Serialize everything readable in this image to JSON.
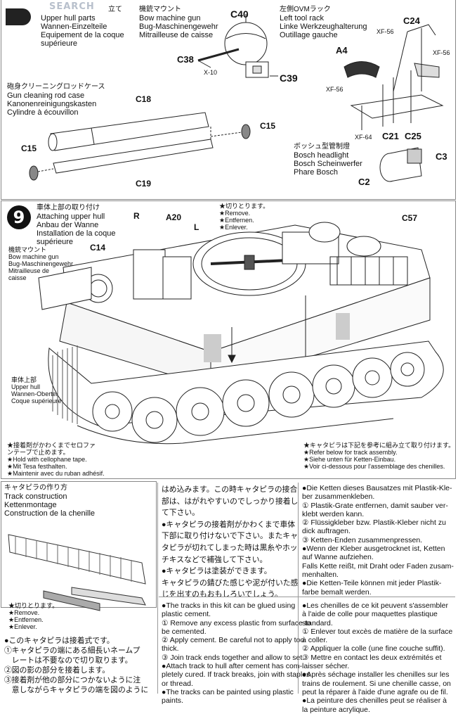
{
  "watermark": "SEARCH",
  "top": {
    "upper_hull": {
      "title_jp": "立て",
      "lines": [
        "Upper hull parts",
        "Wannen-Einzelteile",
        "Equipement de la coque",
        "supérieure"
      ]
    },
    "bow_mg": {
      "title_jp": "機銃マウント",
      "lines": [
        "Bow machine gun",
        "Bug-Maschinengewehr",
        "Mitrailleuse de caisse"
      ]
    },
    "tool_rack": {
      "title_jp": "左側OVMラック",
      "lines": [
        "Left tool rack",
        "Linke Werkzeughalterung",
        "Outillage gauche"
      ]
    },
    "rod_case": {
      "title_jp": "砲身クリーニングロッドケース",
      "lines": [
        "Gun cleaning rod case",
        "Kanonenreinigungskasten",
        "Cylindre à écouvillon"
      ]
    },
    "headlight": {
      "title_jp": "ボッシュ型管制燈",
      "lines": [
        "Bosch headlight",
        "Bosch Scheinwerfer",
        "Phare Bosch"
      ]
    },
    "parts": {
      "c40": "C40",
      "c38": "C38",
      "x10": "X-10",
      "c39": "C39",
      "c24": "C24",
      "xf56a": "XF-56",
      "xf56b": "XF-56",
      "xf56c": "XF-56",
      "a4": "A4",
      "xf64": "XF-64",
      "c21": "C21",
      "c25": "C25",
      "c18": "C18",
      "c15a": "C15",
      "c15b": "C15",
      "c19": "C19",
      "c3": "C3",
      "c2": "C2"
    }
  },
  "step9": {
    "number": "9",
    "title_jp": "車体上部の取り付け",
    "lines": [
      "Attaching upper hull",
      "Anbau der Wanne",
      "Installation de la coque",
      "supérieure"
    ],
    "cut": {
      "jp": "★切りとります。",
      "lines": [
        "★Remove.",
        "★Entfernen.",
        "★Enlever."
      ]
    },
    "bow_mg": {
      "jp": "機銃マウント",
      "lines": [
        "Bow machine gun",
        "Bug-Maschinengewehr",
        "Mitrailleuse de",
        "caisse"
      ]
    },
    "upper_hull": {
      "jp": "車体上部",
      "lines": [
        "Upper hull",
        "Wannen-Oberteil",
        "Coque supérieure"
      ]
    },
    "tape": {
      "jp": [
        "★接着剤がかわくまでセロファ",
        "ンテープで止めます。"
      ],
      "lines": [
        "★Hold with cellophane tape.",
        "★Mit Tesa festhalten.",
        "★Maintenir avec du ruban adhésif."
      ]
    },
    "track_ref": {
      "jp": "★キャタピラは下記を参考に組み立て取り付けます。",
      "lines": [
        "★Refer below for track assembly.",
        "★Siehe unten für Ketten-Einbau.",
        "★Voir ci-dessous pour l'assemblage des chenilles."
      ]
    },
    "parts": {
      "r": "R",
      "a20": "A20",
      "l": "L",
      "c14": "C14",
      "c57": "C57"
    }
  },
  "track": {
    "title_jp": "キャタピラの作り方",
    "lines": [
      "Track construction",
      "Kettenmontage",
      "Construction de la chenille"
    ],
    "cut": [
      "★切りとります。",
      "★Remove.",
      "★Entfernen.",
      "★Enlever."
    ],
    "jp_col1": [
      "●このキャタピラは接着式です。",
      "①キャタピラの端にある細長いネームプ",
      "　レートは不要なので切り取ります。",
      "②図の影の部分を接着します。",
      "③接着剤が他の部分につかないように注",
      "　意しながらキャタピラの端を図のように"
    ],
    "jp_col2": [
      "はめ込みます。この時キャタピラの接合",
      "部は、はがれやすいのでしっかり接着し",
      "て下さい。",
      "●キャタピラの接着剤がかわくまで車体",
      "下部に取り付けないで下さい。またキャ",
      "タピラが切れてしまった時は黒糸やホッ",
      "チキスなどで補強して下さい。",
      "●キャタピラは塗装ができます。",
      "キャタピラの錆びた感じや泥が付いた感",
      "じを出すのもおもしろいでしょう。"
    ],
    "en": [
      "●The tracks in this kit can be glued using",
      "plastic cement.",
      "① Remove any excess plastic from surface to",
      "be cemented.",
      "② Apply cement. Be careful not to apply too",
      "thick.",
      "③ Join track ends together and allow to set.",
      "●Attach track to hull after cement has com-",
      "pletely cured. If track breaks, join with staples",
      "or thread.",
      "●The tracks can be painted using plastic",
      "paints."
    ],
    "de": [
      "●Die Ketten dieses Bausatzes mit Plastik-Kle-",
      "ber zusammenkleben.",
      "① Plastik-Grate entfernen, damit sauber ver-",
      "klebt werden kann.",
      "② Flüssigkleber bzw. Plastik-Kleber nicht zu",
      "dick auftragen.",
      "③ Ketten-Enden zusammenpressen.",
      "●Wenn der Kleber ausgetrocknet ist, Ketten",
      "auf Wanne aufziehen.",
      "Falls Kette reißt, mit Draht oder Faden zusam-",
      "menhalten.",
      "●Die Ketten-Teile können mit jeder Plastik-",
      "farbe bemalt werden."
    ],
    "fr": [
      "●Les chenilles de ce kit peuvent s'assembler",
      "à l'aide de colle pour maquettes plastique",
      "standard.",
      "① Enlever tout excès de matière de la surface",
      "à coller.",
      "② Appliquer la colle (une fine couche suffit).",
      "③ Mettre en contact les deux extrémités et",
      "laisser sécher.",
      "●Après séchage installer les chenilles sur les",
      "trains de roulement. Si une chenille casse, on",
      "peut la réparer à l'aide d'une agrafe ou de fil.",
      "●La peinture des chenilles peut se réaliser à",
      "la peinture acrylique."
    ]
  }
}
